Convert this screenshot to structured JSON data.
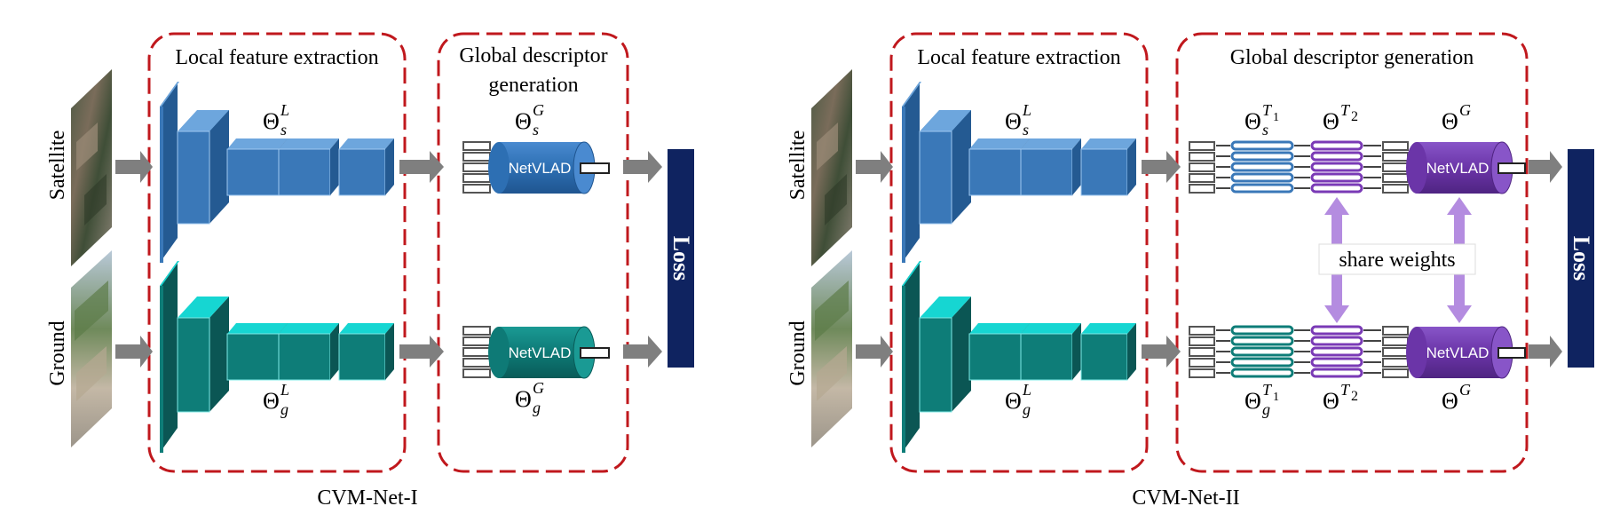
{
  "colors": {
    "dashed_border": "#c0181d",
    "satellite_front": "#3a78b8",
    "satellite_top": "#6da6dd",
    "satellite_side": "#245a92",
    "ground_front": "#0e7d78",
    "ground_top": "#16d6d2",
    "ground_side": "#0b5654",
    "netvlad_sat": "#2d6fb3",
    "netvlad_ground": "#0e7a76",
    "netvlad_shared": "#6b35a8",
    "loss_bar": "#0f2360",
    "arrow": "#7f7f7f",
    "share_arrow": "#b48ce0"
  },
  "left": {
    "caption": "CVM-Net-I",
    "box_local_title": "Local feature extraction",
    "box_global_title_line1": "Global descriptor",
    "box_global_title_line2": "generation",
    "satellite_label": "Satellite",
    "ground_label": "Ground",
    "theta_sL": {
      "base": "Θ",
      "sup": "L",
      "sub": "s"
    },
    "theta_gL": {
      "base": "Θ",
      "sup": "L",
      "sub": "g"
    },
    "theta_sG": {
      "base": "Θ",
      "sup": "G",
      "sub": "s"
    },
    "theta_gG": {
      "base": "Θ",
      "sup": "G",
      "sub": "g"
    },
    "netvlad_top": "NetVLAD",
    "netvlad_bottom": "NetVLAD",
    "loss": "Loss"
  },
  "right": {
    "caption": "CVM-Net-II",
    "box_local_title": "Local feature extraction",
    "box_global_title": "Global descriptor generation",
    "satellite_label": "Satellite",
    "ground_label": "Ground",
    "theta_sL": {
      "base": "Θ",
      "sup": "L",
      "sub": "s"
    },
    "theta_gL": {
      "base": "Θ",
      "sup": "L",
      "sub": "g"
    },
    "theta_sT1": {
      "base": "Θ",
      "sup": "T",
      "supsub": "1",
      "sub": "s"
    },
    "theta_gT1": {
      "base": "Θ",
      "sup": "T",
      "supsub": "1",
      "sub": "g"
    },
    "theta_T2_top": {
      "base": "Θ",
      "sup": "T",
      "supsub": "2"
    },
    "theta_T2_bottom": {
      "base": "Θ",
      "sup": "T",
      "supsub": "2"
    },
    "theta_G_top": {
      "base": "Θ",
      "sup": "G"
    },
    "theta_G_bottom": {
      "base": "Θ",
      "sup": "G"
    },
    "share_weights": "share weights",
    "netvlad_top": "NetVLAD",
    "netvlad_bottom": "NetVLAD",
    "loss": "Loss"
  }
}
